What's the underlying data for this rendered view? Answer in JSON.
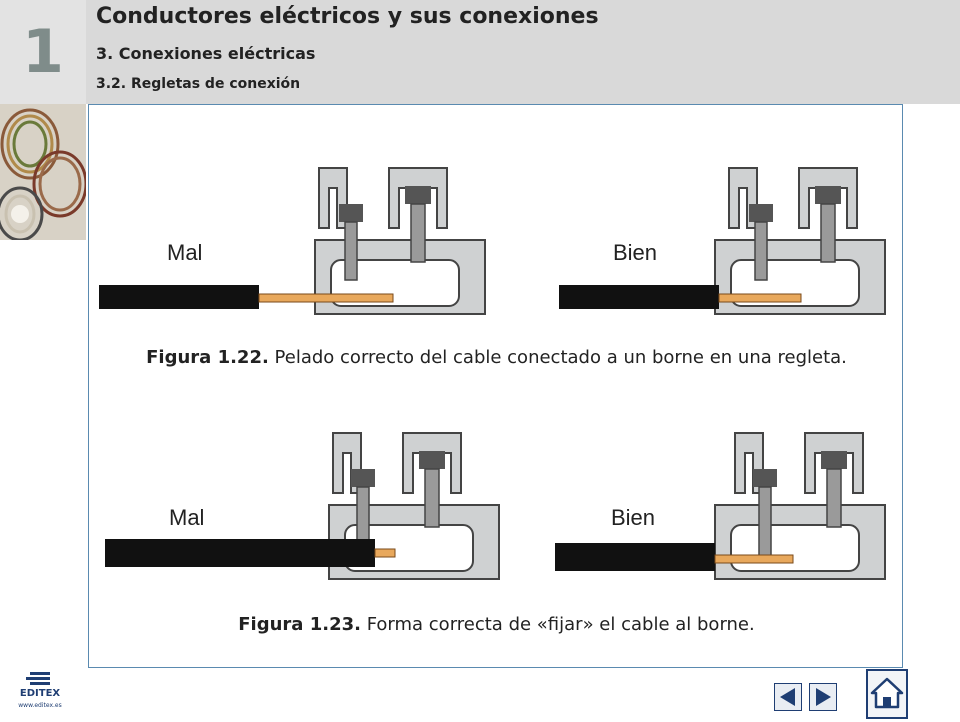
{
  "header": {
    "chapter_number": "1",
    "title": "Conductores eléctricos y sus conexiones",
    "subtitle": "3. Conexiones eléctricas",
    "section": "3.2.  Regletas de conexión"
  },
  "figures": [
    {
      "labels": [
        "Mal",
        "Bien"
      ],
      "caption_bold": "Figura 1.22.",
      "caption_text": " Pelado correcto del cable conectado a un borne en una regleta."
    },
    {
      "labels": [
        "Mal",
        "Bien"
      ],
      "caption_bold": "Figura 1.23.",
      "caption_text": " Forma correcta de «fijar» el cable al borne."
    }
  ],
  "footer": {
    "logo_text": "EDITEX",
    "logo_url": "www.editex.es",
    "prev_icon": "triangle-left-icon",
    "next_icon": "triangle-right-icon",
    "home_icon": "home-icon"
  },
  "colors": {
    "header_bg": "#d9d9d9",
    "chapter_number": "#7f8c8a",
    "border": "#5a8ab0",
    "nav": "#1f3e73",
    "copper": "#e8a85c",
    "terminal": "#cfd1d2"
  }
}
